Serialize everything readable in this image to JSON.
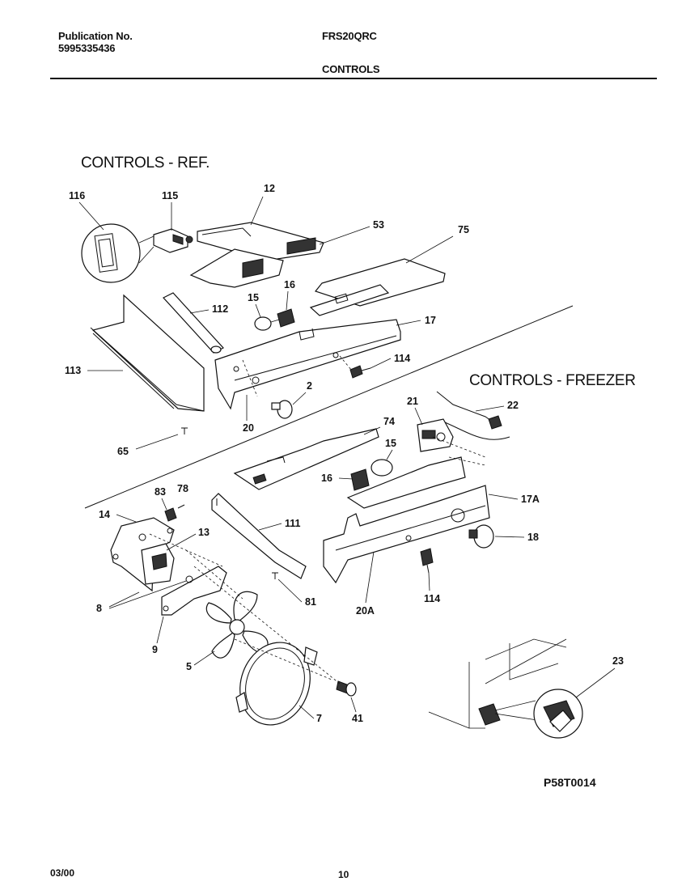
{
  "header": {
    "publication_label": "Publication No.",
    "publication_number": "5995335436",
    "model": "FRS20QRC",
    "section": "CONTROLS"
  },
  "sections": {
    "ref_title": "CONTROLS - REF.",
    "freezer_title": "CONTROLS - FREEZER"
  },
  "callouts": {
    "c116": "116",
    "c115": "115",
    "c12": "12",
    "c53": "53",
    "c75": "75",
    "c15a": "15",
    "c16a": "16",
    "c112": "112",
    "c17": "17",
    "c114a": "114",
    "c113": "113",
    "c2": "2",
    "c20": "20",
    "c65": "65",
    "c74": "74",
    "c21": "21",
    "c22": "22",
    "c15b": "15",
    "c16b": "16",
    "c17A": "17A",
    "c83": "83",
    "c78": "78",
    "c14": "14",
    "c13": "13",
    "c111": "111",
    "c18": "18",
    "c114b": "114",
    "c20A": "20A",
    "c81": "81",
    "c8": "8",
    "c9": "9",
    "c5": "5",
    "c7": "7",
    "c41": "41",
    "c23": "23"
  },
  "figure_code": "P58T0014",
  "footer": {
    "date": "03/00",
    "page": "10"
  }
}
